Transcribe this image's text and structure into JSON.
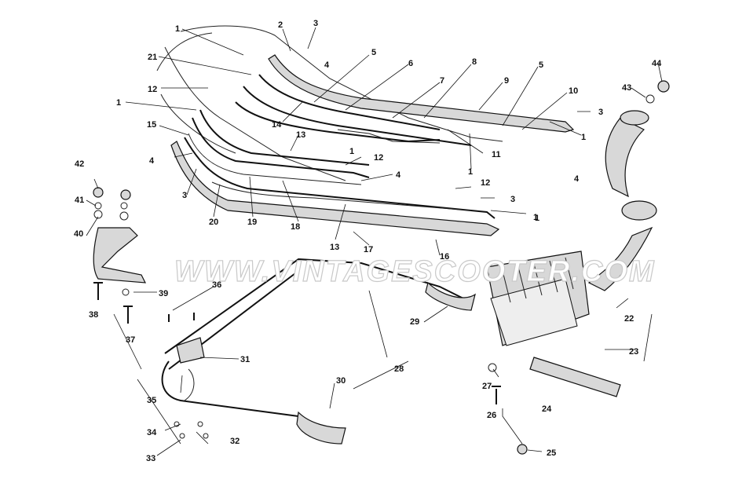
{
  "watermark": "WWW.VINTAGESCOOTER.COM",
  "callouts": {
    "c1a": "1",
    "c1b": "1",
    "c1c": "1",
    "c1d": "1",
    "c1e": "1",
    "c1f": "1",
    "c1g": "1",
    "c2": "2",
    "c3a": "3",
    "c3b": "3",
    "c3c": "3",
    "c3d": "3",
    "c4a": "4",
    "c4b": "4",
    "c4c": "4",
    "c4d": "4",
    "c5a": "5",
    "c5b": "5",
    "c6": "6",
    "c7": "7",
    "c8": "8",
    "c9": "9",
    "c10": "10",
    "c11": "11",
    "c12a": "12",
    "c12b": "12",
    "c12c": "12",
    "c13a": "13",
    "c13b": "13",
    "c14": "14",
    "c15": "15",
    "c16": "16",
    "c17": "17",
    "c18": "18",
    "c19": "19",
    "c20": "20",
    "c21": "21",
    "c22": "22",
    "c23": "23",
    "c24": "24",
    "c25": "25",
    "c26": "26",
    "c27": "27",
    "c28": "28",
    "c29": "29",
    "c30": "30",
    "c31": "31",
    "c32": "32",
    "c33": "33",
    "c34": "34",
    "c35": "35",
    "c36": "36",
    "c37": "37",
    "c38": "38",
    "c39": "39",
    "c40": "40",
    "c41": "41",
    "c42": "42",
    "c43": "43",
    "c44": "44"
  }
}
